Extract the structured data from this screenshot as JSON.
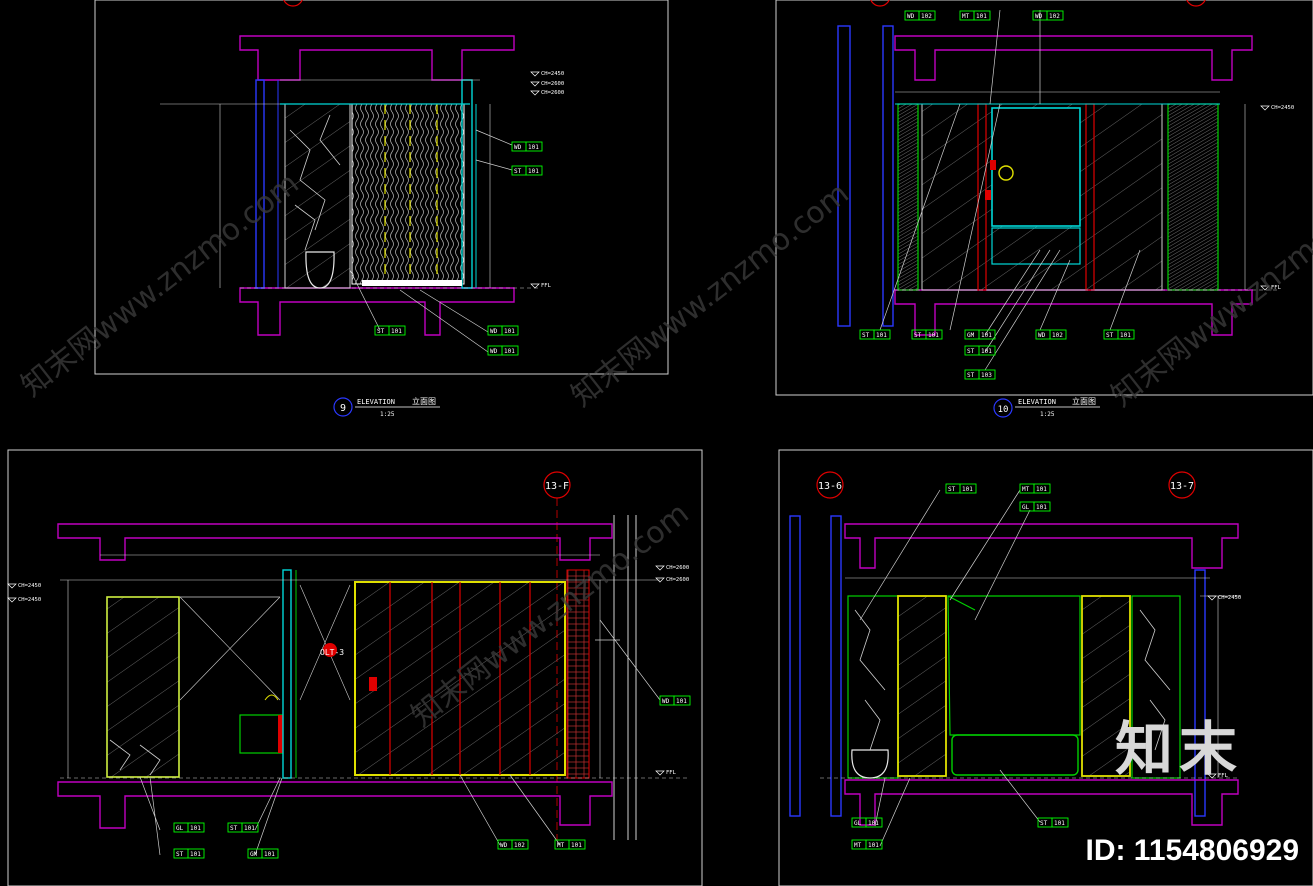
{
  "colors": {
    "background": "#000000",
    "slab": "#c000c0",
    "wall_blue": "#2a38ff",
    "cyan": "#00d8d8",
    "green": "#00d000",
    "yellow": "#e0e000",
    "red": "#e00000",
    "white": "#ffffff",
    "tag": "#00ff00",
    "watermark": "#3a3a3a"
  },
  "views": [
    {
      "id": "elev-9",
      "number": "9",
      "title": "ELEVATION",
      "title_cn": "立面图",
      "scale": "1:25",
      "tags": [
        {
          "code": "WD",
          "num": "101"
        },
        {
          "code": "ST",
          "num": "101"
        },
        {
          "code": "ST",
          "num": "101"
        },
        {
          "code": "WD",
          "num": "101"
        },
        {
          "code": "WD",
          "num": "101"
        }
      ],
      "levels": [
        "CH=2450",
        "CH=2600",
        "CH=2600",
        "FFL"
      ]
    },
    {
      "id": "elev-10",
      "number": "10",
      "title": "ELEVATION",
      "title_cn": "立面图",
      "scale": "1:25",
      "tags": [
        {
          "code": "WD",
          "num": "102"
        },
        {
          "code": "MT",
          "num": "101"
        },
        {
          "code": "WD",
          "num": "102"
        },
        {
          "code": "ST",
          "num": "101"
        },
        {
          "code": "ST",
          "num": "101"
        },
        {
          "code": "GM",
          "num": "101"
        },
        {
          "code": "ST",
          "num": "101"
        },
        {
          "code": "ST",
          "num": "103"
        },
        {
          "code": "WD",
          "num": "102"
        },
        {
          "code": "ST",
          "num": "101"
        }
      ],
      "levels": [
        "CH=2450",
        "FFL"
      ]
    },
    {
      "id": "elev-13f",
      "marker": "13-F",
      "tags": [
        {
          "code": "GL",
          "num": "101"
        },
        {
          "code": "ST",
          "num": "101"
        },
        {
          "code": "ST",
          "num": "101"
        },
        {
          "code": "GM",
          "num": "101"
        },
        {
          "code": "WD",
          "num": "101"
        },
        {
          "code": "WD",
          "num": "102"
        },
        {
          "code": "MT",
          "num": "101"
        }
      ],
      "callouts": [
        "OLT-3"
      ],
      "levels": [
        "CH=2450",
        "CH=2450",
        "CH=2600",
        "CH=2600",
        "FFL"
      ]
    },
    {
      "id": "elev-13-6-7",
      "markers": [
        "13-6",
        "13-7"
      ],
      "tags": [
        {
          "code": "ST",
          "num": "101"
        },
        {
          "code": "MT",
          "num": "101"
        },
        {
          "code": "GL",
          "num": "101"
        },
        {
          "code": "ST",
          "num": "101"
        },
        {
          "code": "GL",
          "num": "101"
        },
        {
          "code": "MT",
          "num": "101"
        }
      ],
      "levels": [
        "CH=2450",
        "FFL"
      ]
    }
  ],
  "watermarks": [
    "知末网www.znzmo.com",
    "知末网www.znzmo.com",
    "知末网www.znzmo.com",
    "知末网www.znzmo.com"
  ],
  "brand": "知末",
  "id_label": "ID: 1154806929"
}
